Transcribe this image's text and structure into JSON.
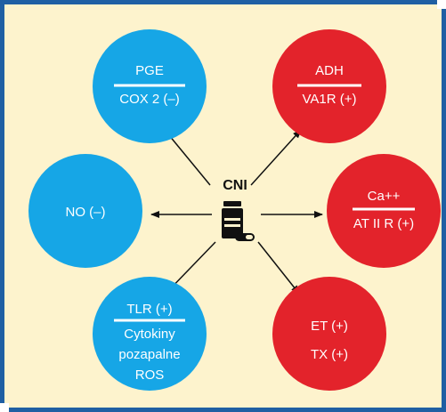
{
  "center": {
    "label": "CNI",
    "icon": "medication-pills-icon"
  },
  "colors": {
    "blue": "#16a6e6",
    "red": "#e3232b",
    "background": "#fdf3cd",
    "border": "#1f5fa3"
  },
  "nodes": [
    {
      "id": "pge",
      "color": "blue",
      "top": "PGE",
      "bottom": [
        "COX 2 (–)"
      ]
    },
    {
      "id": "adh",
      "color": "red",
      "top": "ADH",
      "bottom": [
        "VA1R (+)"
      ]
    },
    {
      "id": "no",
      "color": "blue",
      "top": "",
      "bottom": [
        "NO (–)"
      ]
    },
    {
      "id": "ca",
      "color": "red",
      "top": "Ca++",
      "bottom": [
        "AT II R (+)"
      ]
    },
    {
      "id": "tlr",
      "color": "blue",
      "top": "TLR (+)",
      "bottom": [
        "Cytokiny",
        "pozapalne",
        "ROS"
      ]
    },
    {
      "id": "et",
      "color": "red",
      "top": "",
      "bottom": [
        "ET (+)",
        "TX (+)"
      ]
    }
  ]
}
